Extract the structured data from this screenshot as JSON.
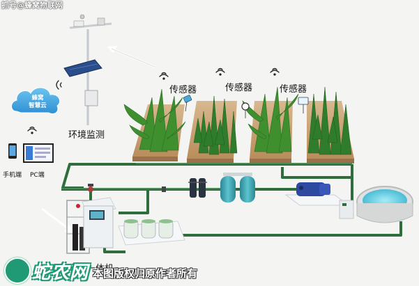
{
  "watermark_top": "抓号@蜂窝物联网",
  "cloud": {
    "line1": "蜂窝",
    "line2": "智慧云"
  },
  "labels": {
    "sensor_1": "传感器",
    "sensor_2": "传感器",
    "sensor_3": "传感器",
    "env_monitoring": "环境监测",
    "mobile": "手机端",
    "pc": "PC端",
    "machine": "水肥一体机"
  },
  "branding": {
    "logo_text": "蛇农网",
    "copyright": "本图版权归原作者所有"
  },
  "colors": {
    "pipe": "#2f6e3c",
    "soil": "#c29a6b",
    "plant": "#3a8a2e",
    "tank": "#3aa0ad",
    "pool_water": "#6fd3e6",
    "cloud": "#3aa0dd",
    "brand": "#1f9a74"
  }
}
